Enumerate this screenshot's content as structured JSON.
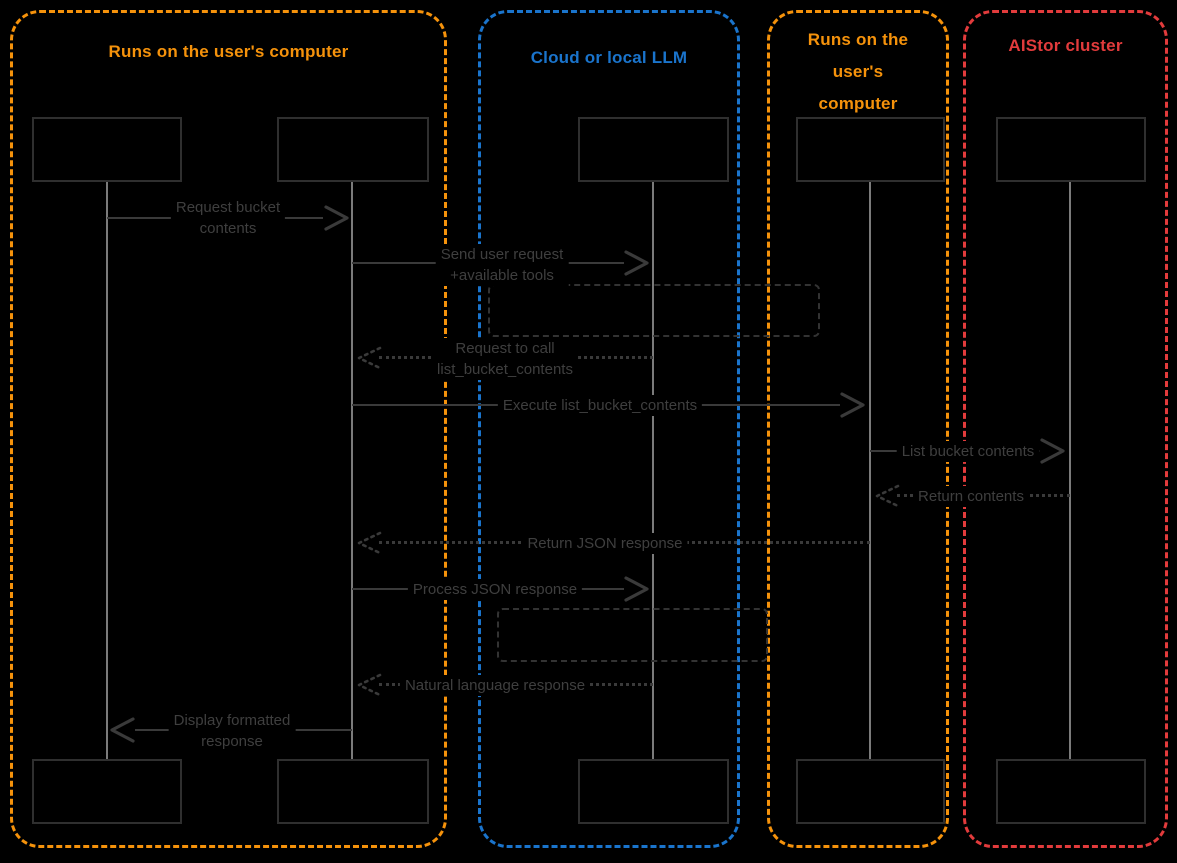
{
  "diagram": {
    "type": "sequence-diagram",
    "palette": {
      "background": "#000000",
      "orange": "#f5920b",
      "blue": "#1a74cc",
      "red": "#e23b3c",
      "line_gray": "#3a3a3a",
      "lifeline_gray": "#7b7b7b"
    },
    "groups": [
      {
        "label_lines": [
          "Runs on the user's computer"
        ],
        "color": "#f5920b"
      },
      {
        "label_lines": [
          "Cloud or local LLM"
        ],
        "color": "#1a74cc"
      },
      {
        "label_lines": [
          "Runs on the",
          "user's",
          "computer"
        ],
        "color": "#f5920b"
      },
      {
        "label_lines": [
          "AIStor cluster"
        ],
        "color": "#e23b3c"
      }
    ],
    "messages": [
      {
        "lines": [
          "Request bucket",
          "contents"
        ],
        "style": "solid",
        "direction": "right"
      },
      {
        "lines": [
          "Send user request",
          "+available tools"
        ],
        "style": "solid",
        "direction": "right"
      },
      {
        "lines": [
          "Request to call",
          "list_bucket_contents"
        ],
        "style": "dotted",
        "direction": "left"
      },
      {
        "lines": [
          "Execute list_bucket_contents"
        ],
        "style": "solid",
        "direction": "right"
      },
      {
        "lines": [
          "List bucket contents"
        ],
        "style": "solid",
        "direction": "right"
      },
      {
        "lines": [
          "Return contents"
        ],
        "style": "dotted",
        "direction": "left"
      },
      {
        "lines": [
          "Return JSON response"
        ],
        "style": "dotted",
        "direction": "left"
      },
      {
        "lines": [
          "Process JSON response"
        ],
        "style": "solid",
        "direction": "right"
      },
      {
        "lines": [
          "Natural language response"
        ],
        "style": "dotted",
        "direction": "left"
      },
      {
        "lines": [
          "Display formatted",
          "response"
        ],
        "style": "solid",
        "direction": "left"
      }
    ]
  }
}
